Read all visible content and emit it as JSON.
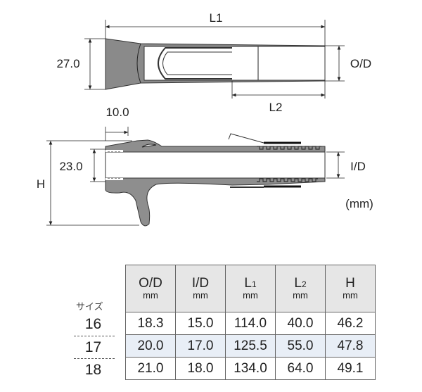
{
  "drawing": {
    "top_view": {
      "l1": "L1",
      "l2": "L2",
      "height": "27.0",
      "od": "O/D"
    },
    "side_view": {
      "offset": "10.0",
      "height": "23.0",
      "h": "H",
      "id": "I/D"
    },
    "unit": "(mm)"
  },
  "table": {
    "size_label": "サイズ",
    "columns": [
      {
        "name": "O/D",
        "unit": "mm"
      },
      {
        "name": "I/D",
        "unit": "mm"
      },
      {
        "name": "L",
        "sub": "1",
        "unit": "mm"
      },
      {
        "name": "L",
        "sub": "2",
        "unit": "mm"
      },
      {
        "name": "H",
        "unit": "mm"
      }
    ],
    "rows": [
      {
        "size": "16",
        "values": [
          "18.3",
          "15.0",
          "114.0",
          "40.0",
          "46.2"
        ]
      },
      {
        "size": "17",
        "values": [
          "20.0",
          "17.0",
          "125.5",
          "55.0",
          "47.8"
        ]
      },
      {
        "size": "18",
        "values": [
          "21.0",
          "18.0",
          "134.0",
          "64.0",
          "49.1"
        ]
      }
    ]
  }
}
